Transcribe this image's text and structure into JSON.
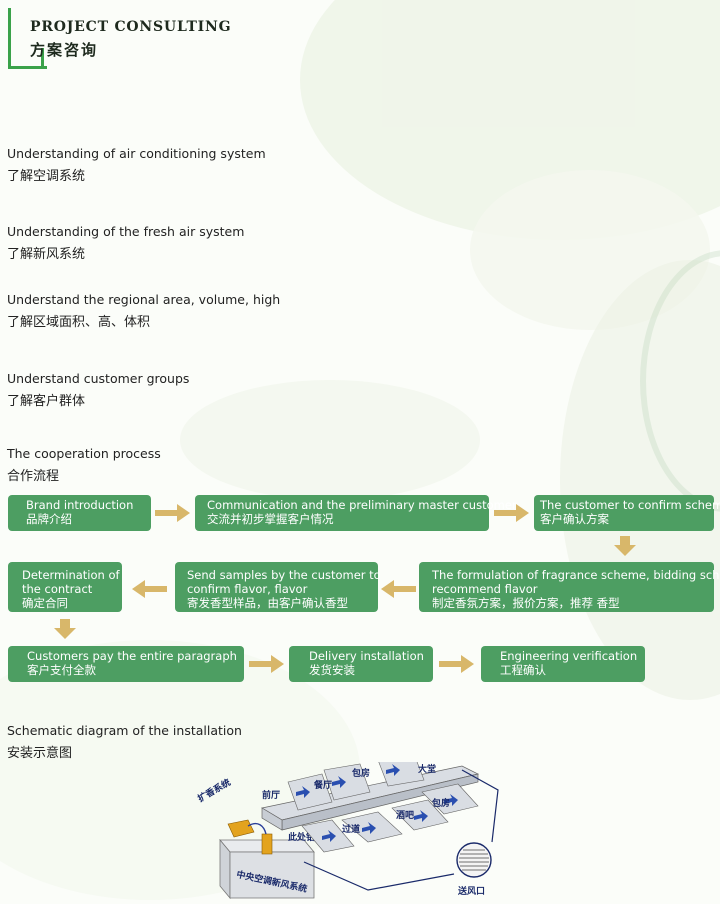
{
  "header": {
    "title_en": "PROJECT CONSULTING",
    "title_cn": "方案咨询"
  },
  "sections": [
    {
      "en": "Understanding of air conditioning system",
      "cn": "了解空调系统"
    },
    {
      "en": "Understanding of the fresh air system",
      "cn": "了解新风系统"
    },
    {
      "en": "Understand the regional area, volume, high",
      "cn": "了解区域面积、高、体积"
    },
    {
      "en": "Understand customer groups",
      "cn": "了解客户群体"
    },
    {
      "en": "The cooperation process",
      "cn": "合作流程"
    }
  ],
  "process": [
    {
      "en": "Brand introduction",
      "cn": "品牌介绍"
    },
    {
      "en": "Communication and the preliminary master customer",
      "cn": "交流并初步掌握客户情况"
    },
    {
      "en": "The customer to confirm scheme",
      "cn": "客户确认方案"
    },
    {
      "en": "The formulation of fragrance scheme, bidding scheme,",
      "en2": " recommend flavor",
      "cn": "制定香氛方案，报价方案，推荐 香型"
    },
    {
      "en": "Send samples by the customer to",
      "en2": "confirm flavor, flavor",
      "cn": "寄发香型样品，由客户确认香型"
    },
    {
      "en": "Determination of",
      "en2": "the contract",
      "cn": "确定合同"
    },
    {
      "en": "Customers pay the entire paragraph",
      "cn": "客户支付全款"
    },
    {
      "en": "Delivery installation",
      "cn": "发货安装"
    },
    {
      "en": "Engineering verification",
      "cn": "工程确认"
    }
  ],
  "diagram": {
    "title_en": "Schematic diagram of the installation",
    "title_cn": "安装示意图",
    "labels": {
      "fragrance_system": "扩香系统",
      "drill_here": "此处钻孔",
      "central_ac": "中央空调新风系统",
      "air_outlet": "送风口",
      "private_room_1": "包房",
      "private_room_2": "包房",
      "lobby": "大堂",
      "hall": "前厅",
      "corridor": "过道",
      "bar": "酒吧",
      "restaurant": "餐厅"
    }
  },
  "colors": {
    "box": "#4d9e62",
    "arrow": "#d8b76a",
    "accent": "#3aa24a"
  }
}
